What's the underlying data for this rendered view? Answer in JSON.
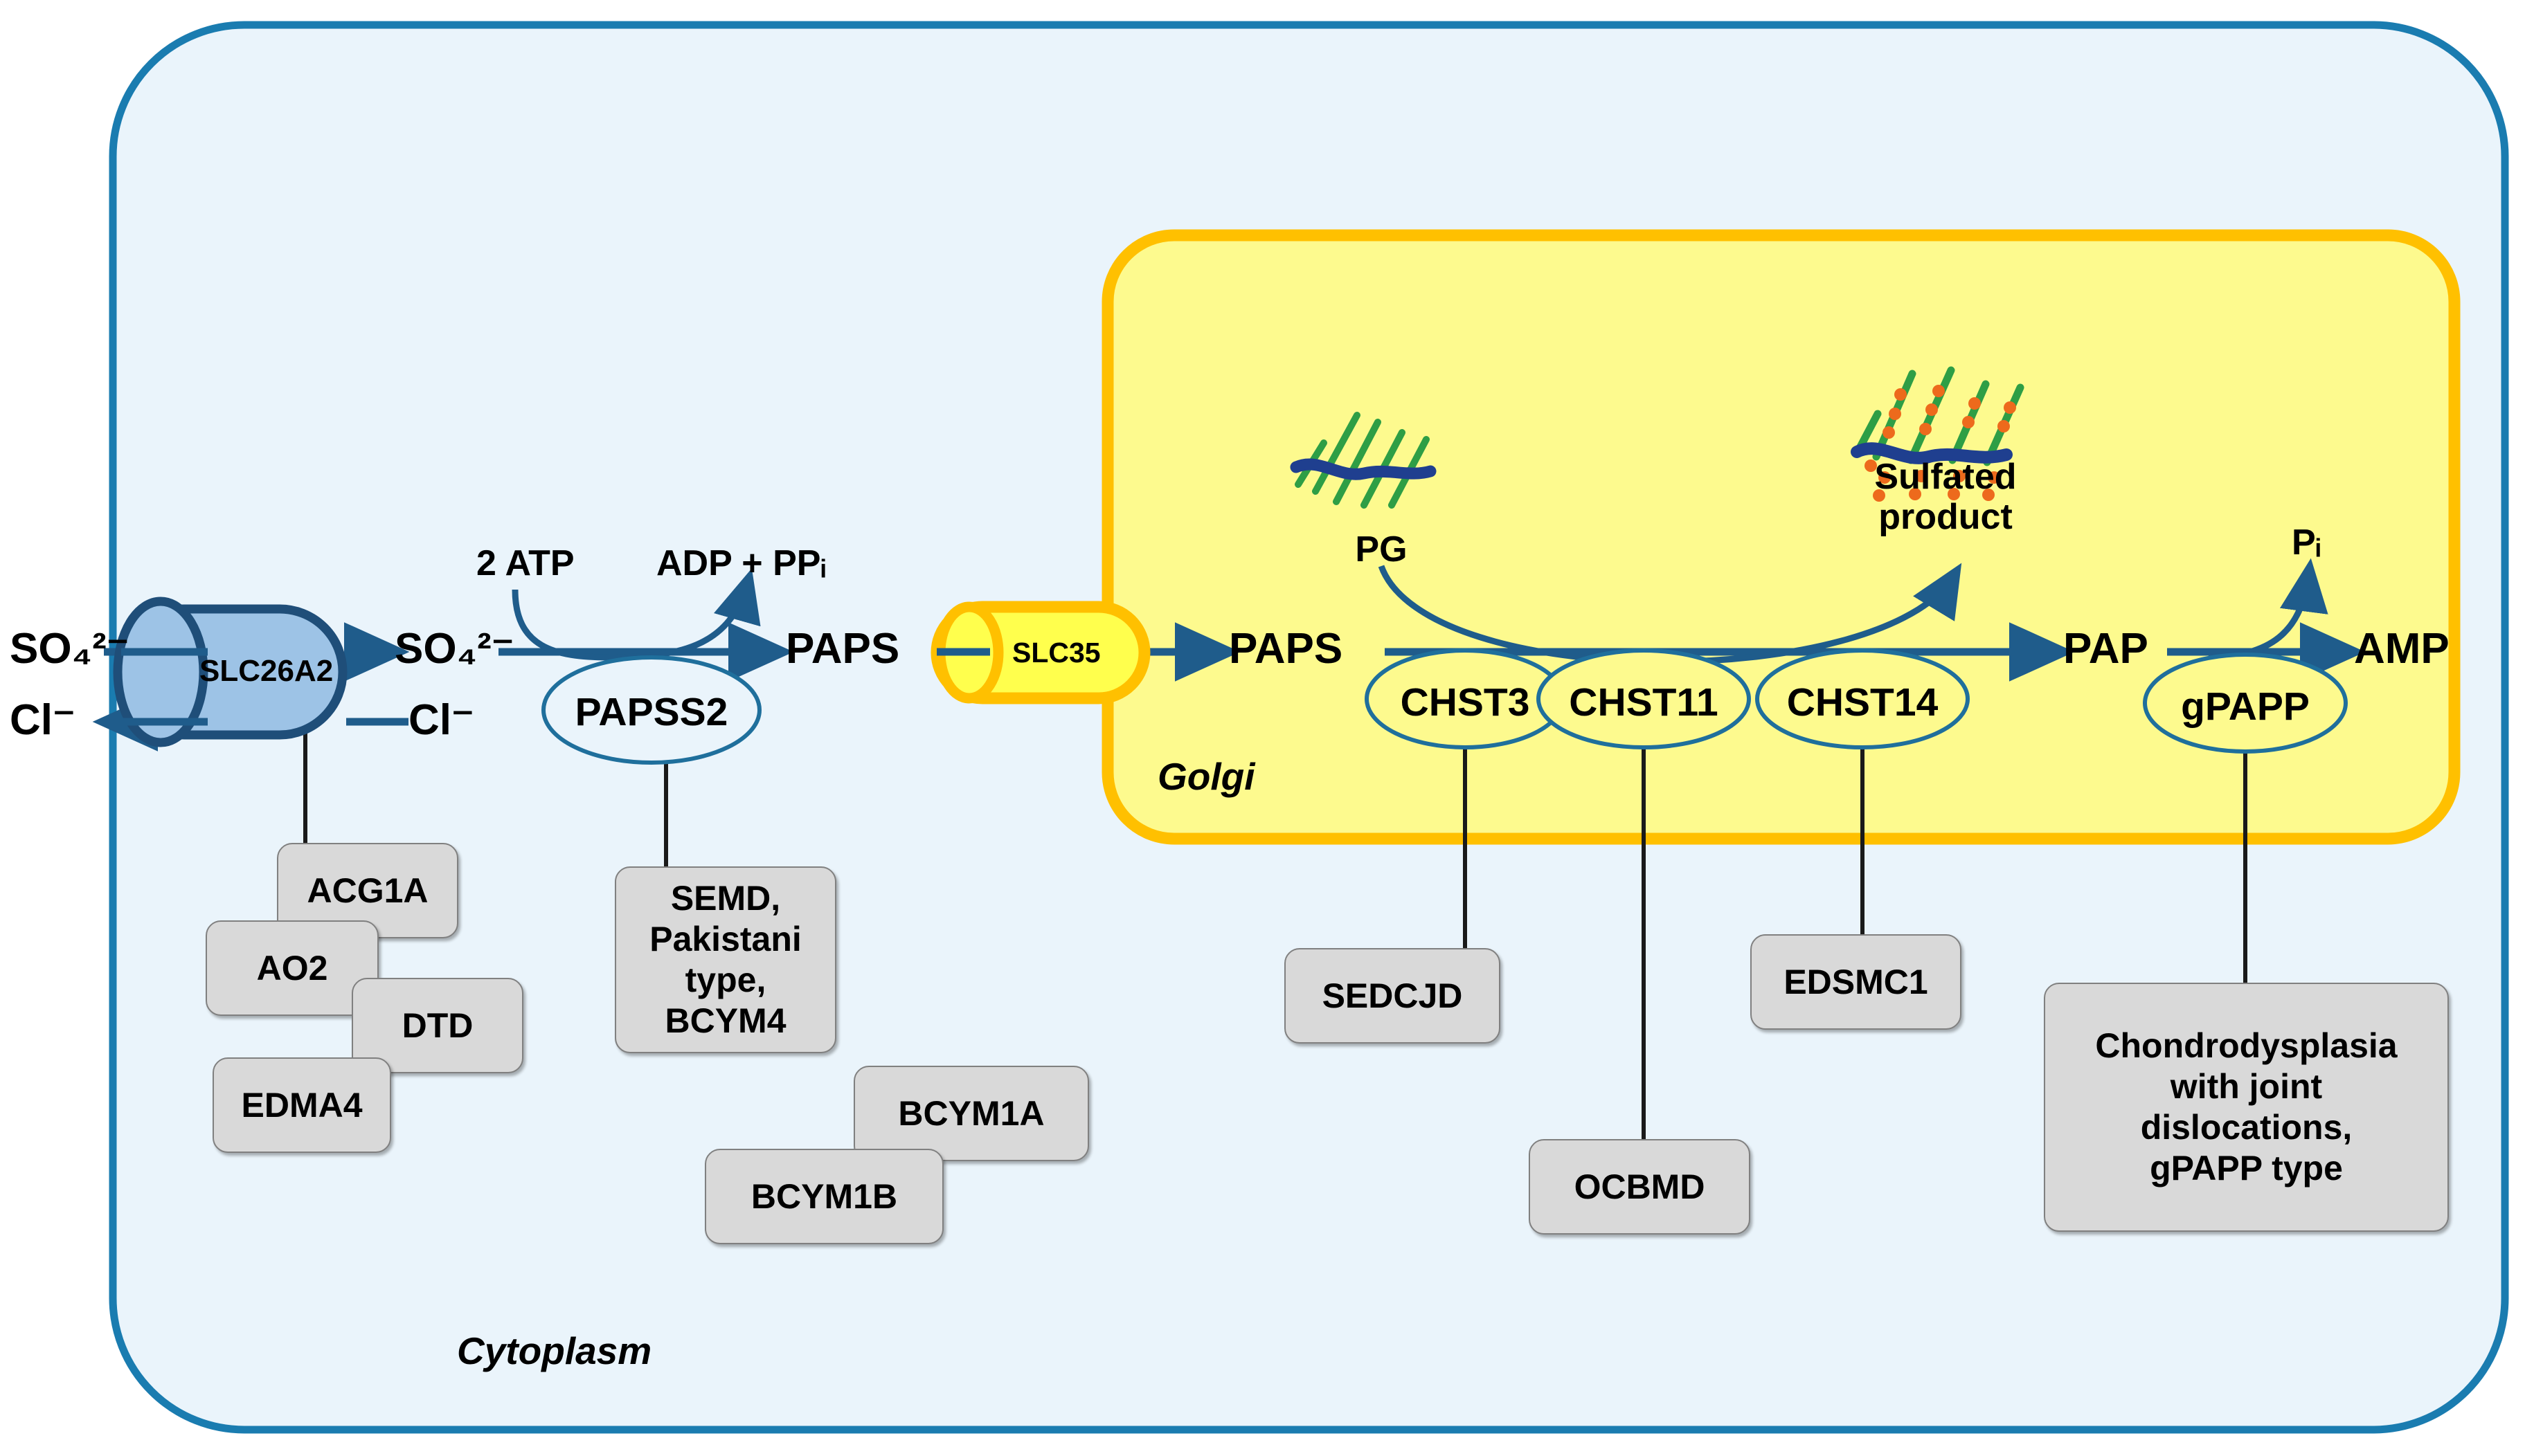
{
  "diagram": {
    "title": "Sulfation pathway with associated skeletal dysplasias",
    "compartments": {
      "cytoplasm": "Cytoplasm",
      "golgi": "Golgi"
    },
    "colors": {
      "membrane_stroke": "#1a7cb0",
      "cytoplasm_fill": "#eaf4fb",
      "golgi_stroke": "#ffc000",
      "golgi_fill": "#fdfa8e",
      "arrow_blue": "#1f5c8b",
      "enzyme_stroke": "#1f6f9c",
      "transporter_slc26a2_fill": "#9dc3e6",
      "transporter_slc26a2_stroke": "#1f4e79",
      "transporter_slc35_fill": "#ffff4d",
      "transporter_slc35_stroke": "#ffc000",
      "disease_box_fill": "#d9d9d9",
      "disease_box_stroke": "#808080",
      "glycan_core": "#1f3f8f",
      "glycan_chain": "#2e9e45",
      "sulfate_dot": "#ed6a1c"
    }
  },
  "metabolites": {
    "so4_out": "SO₄²⁻",
    "cl_out": "Cl⁻",
    "so4_in": "SO₄²⁻",
    "cl_in": "Cl⁻",
    "paps_cyto": "PAPS",
    "paps_golgi": "PAPS",
    "pap": "PAP",
    "amp": "AMP"
  },
  "cofactors": {
    "atp": "2 ATP",
    "adp_ppi": "ADP + PPᵢ",
    "pi": "Pᵢ"
  },
  "transporters": [
    {
      "id": "slc26a2",
      "label": "SLC26A2"
    },
    {
      "id": "slc35",
      "label": "SLC35"
    }
  ],
  "enzymes": [
    {
      "id": "papss2",
      "label": "PAPSS2"
    },
    {
      "id": "chst3",
      "label": "CHST3"
    },
    {
      "id": "chst11",
      "label": "CHST11"
    },
    {
      "id": "chst14",
      "label": "CHST14"
    },
    {
      "id": "gpapp",
      "label": "gPAPP"
    }
  ],
  "glycans": [
    {
      "id": "pg",
      "label": "PG",
      "sulfated": false
    },
    {
      "id": "sulfated_product",
      "label": "Sulfated\nproduct",
      "line1": "Sulfated",
      "line2": "product",
      "sulfated": true
    }
  ],
  "disease_boxes": [
    {
      "id": "acg1a",
      "label": "ACG1A",
      "linked_to": "slc26a2"
    },
    {
      "id": "ao2",
      "label": "AO2",
      "linked_to": "slc26a2"
    },
    {
      "id": "dtd",
      "label": "DTD",
      "linked_to": "slc26a2"
    },
    {
      "id": "edma4",
      "label": "EDMA4",
      "linked_to": "slc26a2"
    },
    {
      "id": "semd",
      "label": "SEMD,\nPakistani\ntype,\nBCYM4",
      "line1": "SEMD,",
      "line2": "Pakistani",
      "line3": "type,",
      "line4": "BCYM4",
      "linked_to": "papss2"
    },
    {
      "id": "bcym1a",
      "label": "BCYM1A",
      "linked_to": "papss2"
    },
    {
      "id": "bcym1b",
      "label": "BCYM1B",
      "linked_to": "papss2"
    },
    {
      "id": "sedcjd",
      "label": "SEDCJD",
      "linked_to": "chst3"
    },
    {
      "id": "ocbmd",
      "label": "OCBMD",
      "linked_to": "chst11"
    },
    {
      "id": "edsmc1",
      "label": "EDSMC1",
      "linked_to": "chst14"
    },
    {
      "id": "chondrodysplasia",
      "label": "Chondrodysplasia\nwith joint\ndislocations,\ngPAPP type",
      "line1": "Chondrodysplasia",
      "line2": "with joint",
      "line3": "dislocations,",
      "line4": "gPAPP type",
      "linked_to": "gpapp"
    }
  ]
}
